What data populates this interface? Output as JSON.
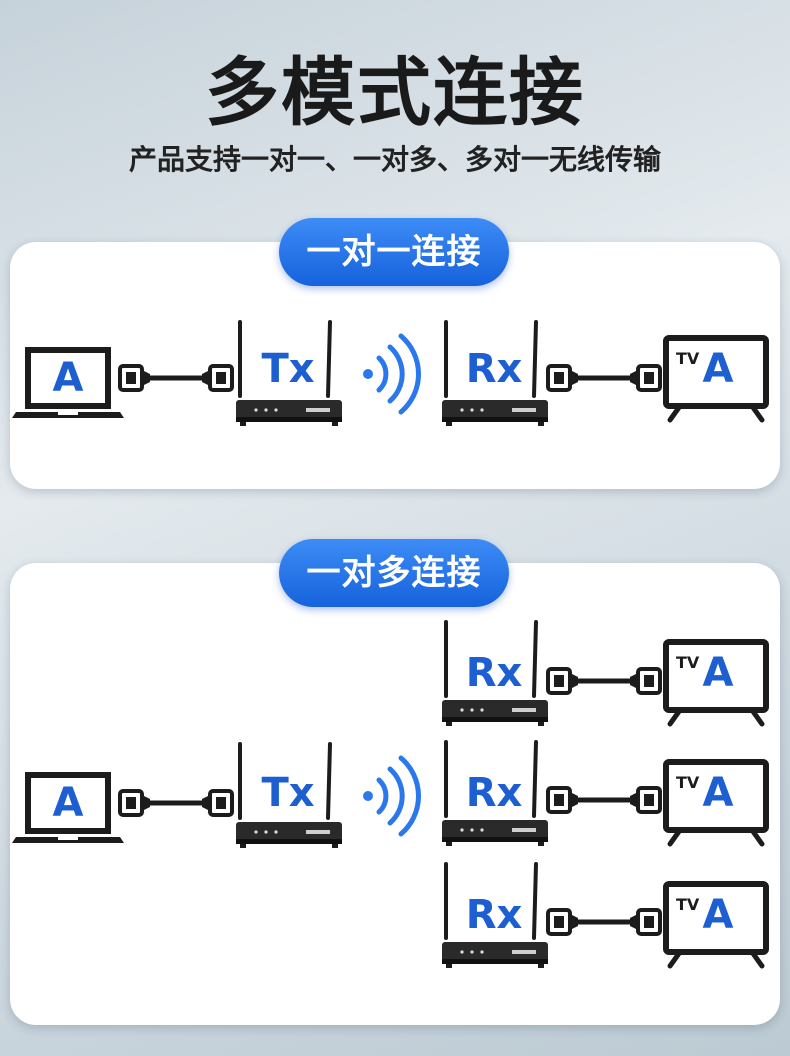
{
  "title": "多模式连接",
  "subtitle": "产品支持一对一、一对多、多对一无线传输",
  "sections": [
    {
      "label": "一对一连接",
      "source_screen_letter": "A",
      "transmitter": "Tx",
      "receivers": [
        {
          "label": "Rx",
          "tv_mark": "TV",
          "tv_letter": "A"
        }
      ]
    },
    {
      "label": "一对多连接",
      "source_screen_letter": "A",
      "transmitter": "Tx",
      "receivers": [
        {
          "label": "Rx",
          "tv_mark": "TV",
          "tv_letter": "A"
        },
        {
          "label": "Rx",
          "tv_mark": "TV",
          "tv_letter": "A"
        },
        {
          "label": "Rx",
          "tv_mark": "TV",
          "tv_letter": "A"
        }
      ]
    }
  ],
  "colors": {
    "accent": "#1d5fd0",
    "pill": "#2a78ec",
    "device": "#222222"
  }
}
